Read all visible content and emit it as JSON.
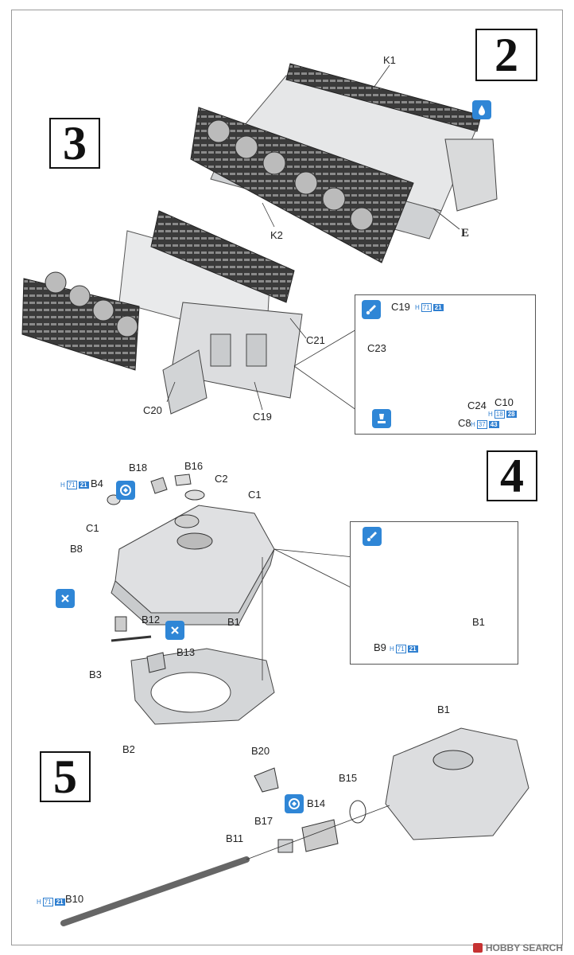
{
  "steps": {
    "s2": "2",
    "s3": "3",
    "s4": "4",
    "s5": "5"
  },
  "step2": {
    "k1": "K1",
    "k2": "K2",
    "e": "E"
  },
  "step3": {
    "c20": "C20",
    "c19": "C19",
    "c21": "C21",
    "inset": {
      "c19": "C19",
      "c19_ref": {
        "h": "H",
        "n1": "71",
        "n2": "21"
      },
      "c23": "C23",
      "c24": "C24",
      "c10": "C10",
      "c10_ref": {
        "h": "H",
        "n1": "18",
        "n2": "28"
      },
      "c8": "C8",
      "c8_ref": {
        "h": "H",
        "n1": "37",
        "n2": "43"
      }
    }
  },
  "step4": {
    "b4": "B4",
    "b4_ref": {
      "h": "H",
      "n1": "71",
      "n2": "21"
    },
    "b18": "B18",
    "b16": "B16",
    "c2": "C2",
    "c1_right": "C1",
    "c1_left": "C1",
    "b8": "B8",
    "b1": "B1",
    "b12": "B12",
    "b13": "B13",
    "b3": "B3",
    "b2": "B2",
    "inset": {
      "b1": "B1",
      "b9": "B9",
      "b9_ref": {
        "h": "H",
        "n1": "71",
        "n2": "21"
      }
    }
  },
  "step5": {
    "b20": "B20",
    "b1": "B1",
    "b15": "B15",
    "b14": "B14",
    "b17": "B17",
    "b11": "B11",
    "b10": "B10",
    "b10_ref": {
      "h": "H",
      "n1": "71",
      "n2": "21"
    }
  },
  "watermark": {
    "text": "HOBBY SEARCH"
  },
  "colors": {
    "icon_blue": "#2f86d6",
    "part_gray": "#d7d9db",
    "track_dark": "#2b2b2b"
  }
}
